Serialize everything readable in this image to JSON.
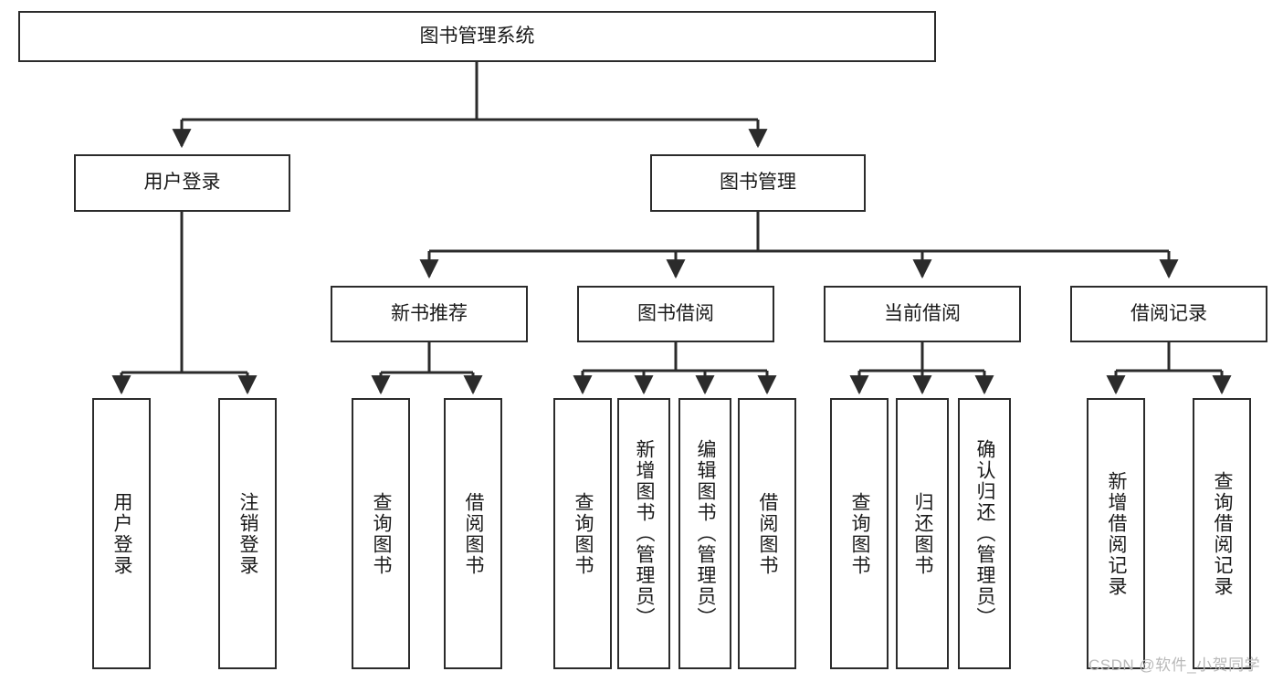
{
  "diagram": {
    "title": "图书管理系统",
    "type": "tree-hierarchy",
    "watermark": "CSDN @软件_小贺同学",
    "colors": {
      "box_border": "#2b2b2b",
      "box_fill": "#ffffff",
      "edge": "#2b2b2b",
      "text": "#1a1a1a",
      "watermark": "#b9b9b9"
    }
  },
  "nodes": {
    "root": {
      "label": "图书管理系统",
      "orientation": "horizontal"
    },
    "level2": [
      {
        "id": "user-login",
        "label": "用户登录",
        "orientation": "horizontal"
      },
      {
        "id": "book-manage",
        "label": "图书管理",
        "orientation": "horizontal"
      }
    ],
    "level3": [
      {
        "id": "new-book-recommend",
        "label": "新书推荐",
        "orientation": "horizontal"
      },
      {
        "id": "book-borrow",
        "label": "图书借阅",
        "orientation": "horizontal"
      },
      {
        "id": "current-borrow",
        "label": "当前借阅",
        "orientation": "horizontal"
      },
      {
        "id": "borrow-record",
        "label": "借阅记录",
        "orientation": "horizontal"
      }
    ],
    "leaves": [
      {
        "id": "leaf-user-login",
        "label": "用户登录",
        "parent": "user-login",
        "orientation": "vertical"
      },
      {
        "id": "leaf-logout-login",
        "label": "注销登录",
        "parent": "user-login",
        "orientation": "vertical"
      },
      {
        "id": "leaf-query-book-1",
        "label": "查询图书",
        "parent": "new-book-recommend",
        "orientation": "vertical"
      },
      {
        "id": "leaf-borrow-book-1",
        "label": "借阅图书",
        "parent": "new-book-recommend",
        "orientation": "vertical"
      },
      {
        "id": "leaf-query-book-2",
        "label": "查询图书",
        "parent": "book-borrow",
        "orientation": "vertical"
      },
      {
        "id": "leaf-add-book",
        "label": "新增图书（管理员）",
        "parent": "book-borrow",
        "orientation": "vertical"
      },
      {
        "id": "leaf-edit-book",
        "label": "编辑图书（管理员）",
        "parent": "book-borrow",
        "orientation": "vertical"
      },
      {
        "id": "leaf-borrow-book-2",
        "label": "借阅图书",
        "parent": "book-borrow",
        "orientation": "vertical"
      },
      {
        "id": "leaf-query-book-3",
        "label": "查询图书",
        "parent": "current-borrow",
        "orientation": "vertical"
      },
      {
        "id": "leaf-return-book",
        "label": "归还图书",
        "parent": "current-borrow",
        "orientation": "vertical"
      },
      {
        "id": "leaf-confirm-return",
        "label": "确认归还（管理员）",
        "parent": "current-borrow",
        "orientation": "vertical"
      },
      {
        "id": "leaf-add-record",
        "label": "新增借阅记录",
        "parent": "borrow-record",
        "orientation": "vertical"
      },
      {
        "id": "leaf-query-record",
        "label": "查询借阅记录",
        "parent": "borrow-record",
        "orientation": "vertical"
      }
    ]
  }
}
